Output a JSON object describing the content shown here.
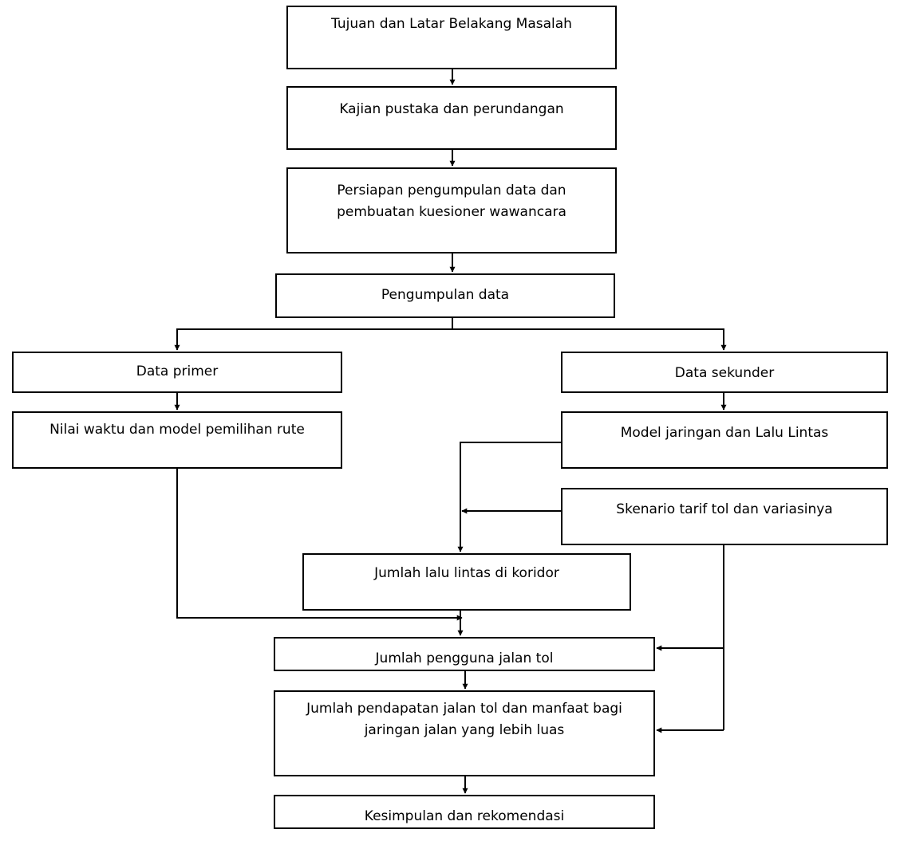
{
  "flowchart": {
    "boxes": {
      "tujuan": [
        "Tujuan dan Latar Belakang Masalah"
      ],
      "kajian": [
        "Kajian pustaka dan perundangan"
      ],
      "persiapan": [
        "Persiapan pengumpulan data dan",
        "pembuatan kuesioner wawancara"
      ],
      "pengumpulan": [
        "Pengumpulan data"
      ],
      "primer": [
        "Data primer"
      ],
      "sekunder": [
        "Data sekunder"
      ],
      "nilai": [
        "Nilai waktu dan model pemilihan rute"
      ],
      "model": [
        "Model jaringan dan Lalu Lintas"
      ],
      "skenario": [
        "Skenario tarif tol dan variasinya"
      ],
      "jumlah_lalu": [
        "Jumlah lalu lintas di koridor"
      ],
      "pengguna": [
        "Jumlah pengguna jalan tol"
      ],
      "pendapatan": [
        "Jumlah pendapatan jalan tol dan manfaat bagi",
        "jaringan jalan yang lebih luas"
      ],
      "kesimpulan": [
        "Kesimpulan dan rekomendasi"
      ]
    }
  }
}
